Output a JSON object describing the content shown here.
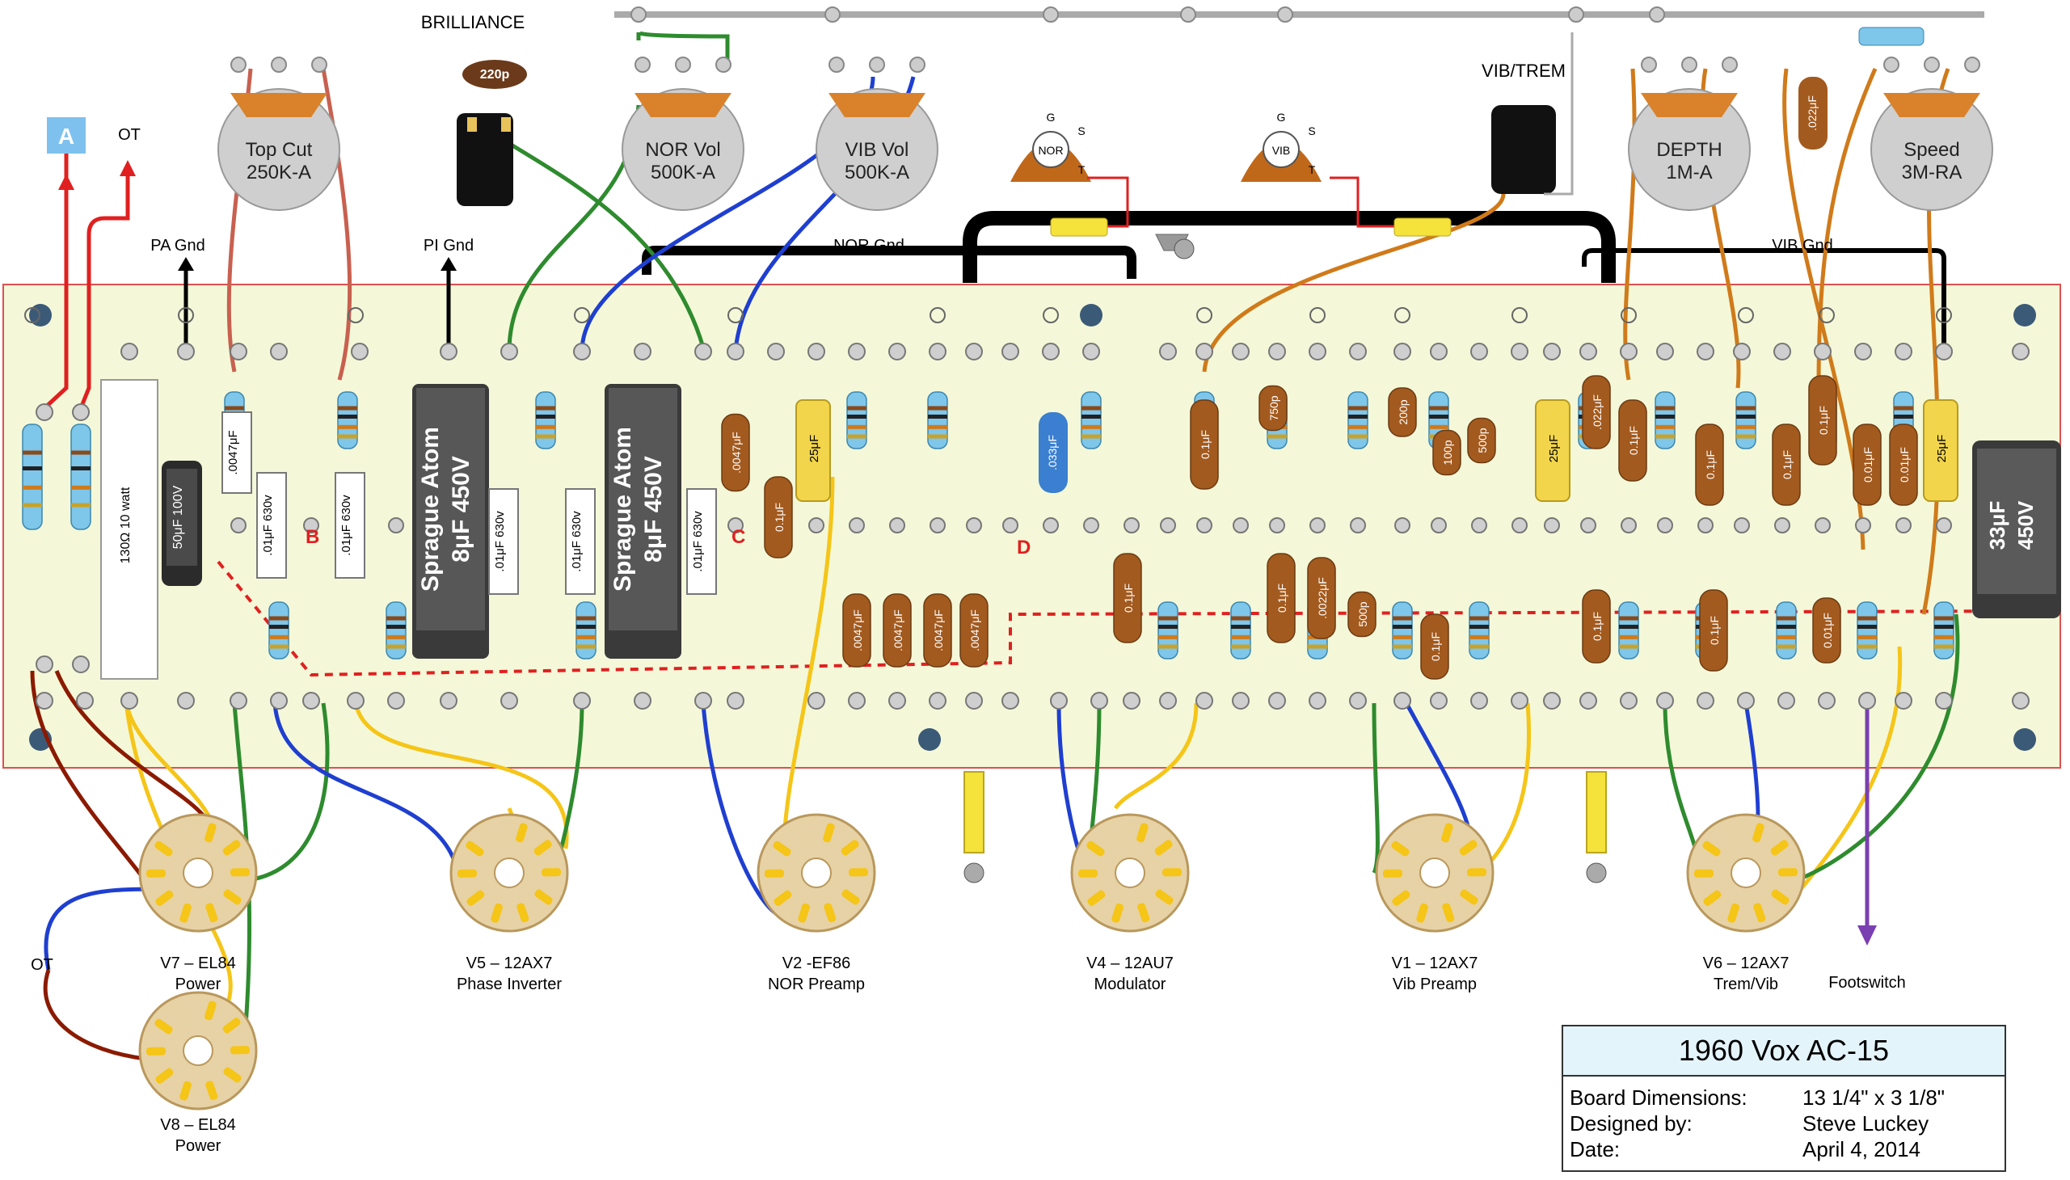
{
  "title": "1960 Vox AC-15",
  "info": [
    {
      "key": "Board Dimensions:",
      "value": "13 1/4\" x 3 1/8\""
    },
    {
      "key": "Designed by:",
      "value": "Steve Luckey"
    },
    {
      "key": "Date:",
      "value": "April 4, 2014"
    }
  ],
  "pots": [
    {
      "line1": "Top Cut",
      "line2": "250K-A"
    },
    {
      "line1": "NOR Vol",
      "line2": "500K-A"
    },
    {
      "line1": "VIB Vol",
      "line2": "500K-A"
    },
    {
      "line1": "DEPTH",
      "line2": "1M-A"
    },
    {
      "line1": "Speed",
      "line2": "3M-RA"
    }
  ],
  "labels": {
    "brilliance": "BRILLIANCE",
    "brill_cap": "220p",
    "vibtrem": "VIB/TREM",
    "ot_top": "OT",
    "a_marker": "A",
    "pa_gnd": "PA Gnd",
    "pi_gnd": "PI Gnd",
    "nor_gnd": "NOR Gnd",
    "vib_gnd": "VIB Gnd",
    "nor_jack": "NOR",
    "vib_jack": "VIB",
    "jack_g": "G",
    "jack_s": "S",
    "jack_t": "T",
    "ot_left": "OT",
    "footswitch": "Footswitch",
    "cap_022": ".022μF",
    "marker_b": "B",
    "marker_c": "C",
    "marker_d": "D"
  },
  "caps_big": [
    {
      "line1": "Sprague Atom",
      "line2": "8μF 450V"
    },
    {
      "line1": "Sprague Atom",
      "line2": "8μF 450V"
    },
    {
      "line1": "33μF",
      "line2": "450V"
    }
  ],
  "small_labels": {
    "resistor_130": "130Ω 10 watt",
    "cap_50uf": "50μF 100V",
    "cap_0047a": ".0047μF",
    "cap_630_1": ".01μF 630v",
    "cap_630_2": ".01μF 630v",
    "cap_630_3": ".01μF 630v",
    "cap_630_4": ".01μF 630v",
    "cap_630_5": ".01μF 630v",
    "cap_0047b": ".0047μF",
    "cap_01a": "0.1μF",
    "cap_25a": "25μF",
    "cap_0047c": ".0047μF",
    "cap_0047d": ".0047μF",
    "cap_0047e": ".0047μF",
    "cap_0047f": ".0047μF",
    "cap_033": ".033μF",
    "cap_01b": "0.1μF",
    "cap_01c": "0.1μF",
    "cap_750": "750p",
    "cap_200": "200p",
    "cap_100": "100p",
    "cap_500a": "500p",
    "cap_01d": "0.1μF",
    "cap_0022": ".0022μF",
    "cap_500b": "500p",
    "cap_01e": "0.1μF",
    "cap_25b": "25μF",
    "cap_022b": ".022μF",
    "cap_01f": "0.1μF",
    "cap_01g": "0.1μF",
    "cap_01h": "0.1μF",
    "cap_01i": "0.1μF",
    "cap_01j": "0.1μF",
    "cap_001a": "0.01μF",
    "cap_001b": "0.01μF",
    "cap_001c": "0.01μF",
    "cap_25c": "25μF",
    "cap_01k": "0.1μF"
  },
  "tubes": [
    {
      "line1": "V7 – EL84",
      "line2": "Power"
    },
    {
      "line1": "V8 – EL84",
      "line2": "Power"
    },
    {
      "line1": "V5 – 12AX7",
      "line2": "Phase Inverter"
    },
    {
      "line1": "V2 -EF86",
      "line2": "NOR Preamp"
    },
    {
      "line1": "V4 – 12AU7",
      "line2": "Modulator"
    },
    {
      "line1": "V1 – 12AX7",
      "line2": "Vib Preamp"
    },
    {
      "line1": "V6 – 12AX7",
      "line2": "Trem/Vib"
    }
  ],
  "colors": {
    "board": "#f4f8d8",
    "board_border": "#e05050",
    "pot_body": "#cfcfcf",
    "pot_tab": "#d9822b",
    "cap_brown": "#a35a1e",
    "cap_yellow": "#f2d54a",
    "resistor": "#7ec6ea",
    "wire_yellow": "#f5c518",
    "wire_green": "#2e8b2e",
    "wire_blue": "#1f3fd0",
    "wire_orange": "#d07a1a",
    "wire_red": "#e02020",
    "wire_brown": "#8b1a00",
    "a_box": "#7fc1ee"
  }
}
